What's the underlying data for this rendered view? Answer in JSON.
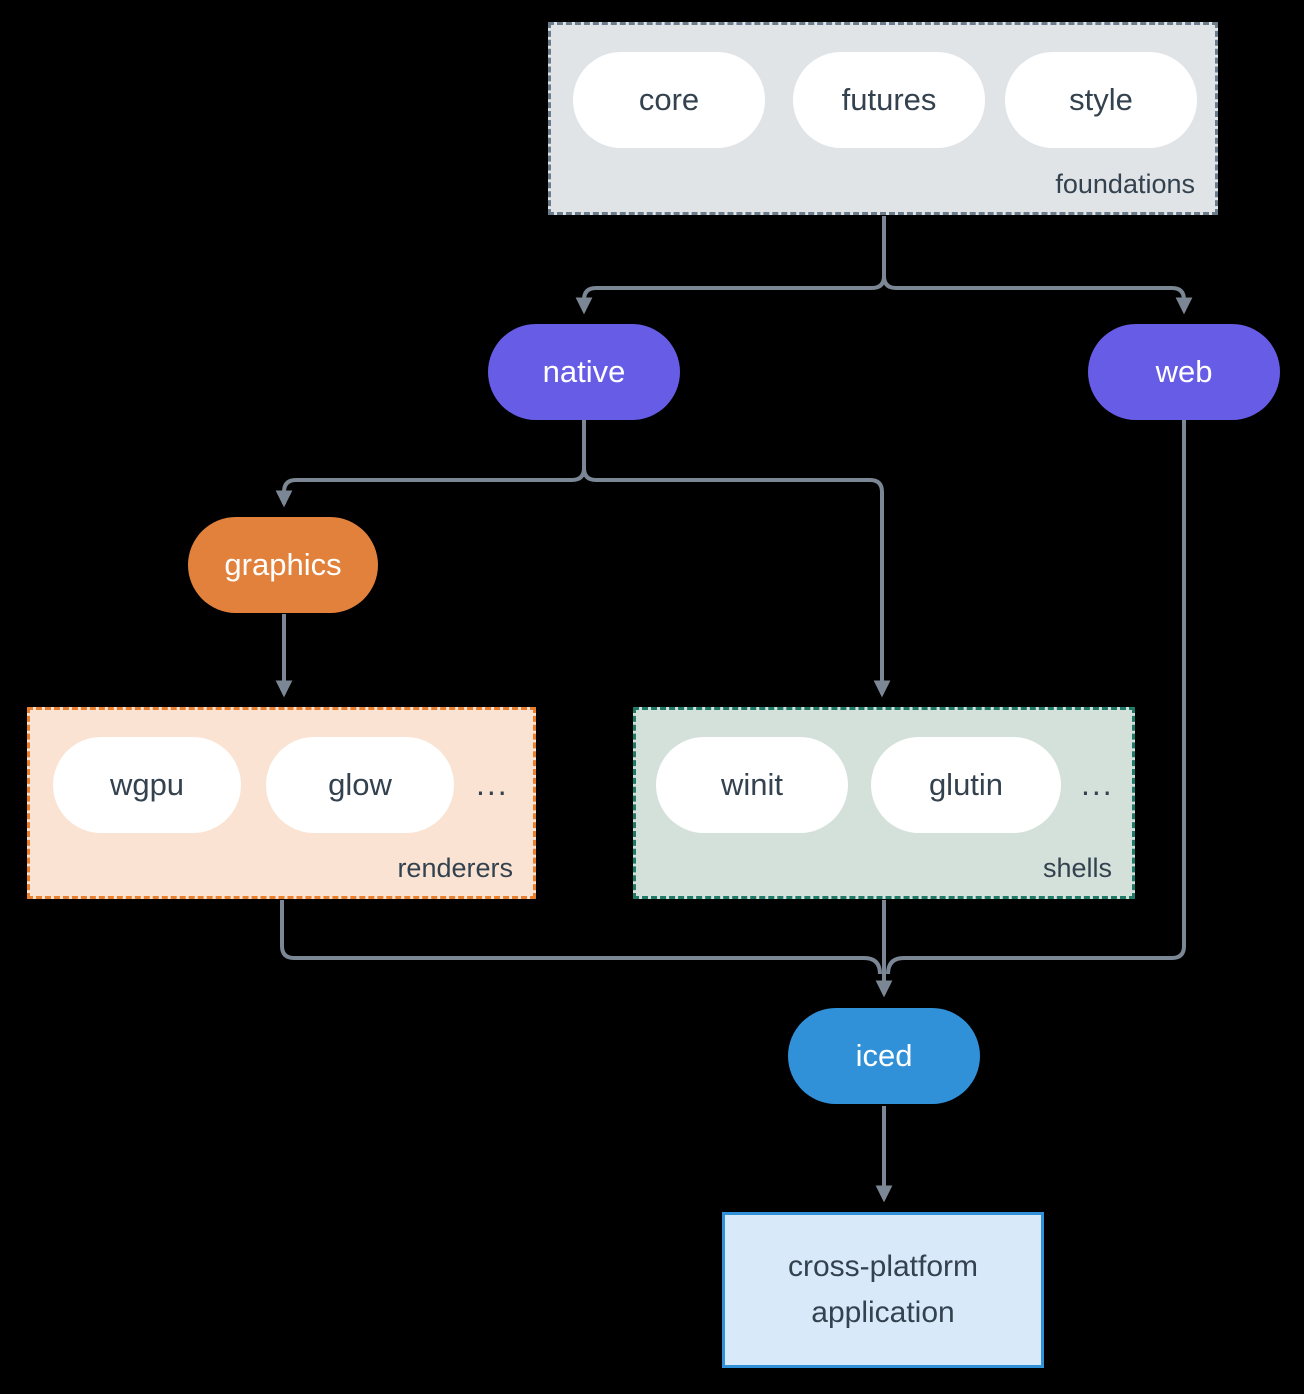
{
  "colors": {
    "background": "#000000",
    "arrow": "#7b8794",
    "text-dark": "#33424e",
    "pill-white": "#ffffff",
    "purple": "#675ce6",
    "orange": "#e2813c",
    "blue": "#3090d8",
    "foundations-fill": "#e0e4e7",
    "foundations-border": "#6b7d8c",
    "renderers-fill": "#fae3d2",
    "renderers-border": "#e8802f",
    "shells-fill": "#d3e1da",
    "shells-border": "#1f7a68",
    "app-fill": "#d8e9f9",
    "app-border": "#3090d8"
  },
  "nodes": {
    "foundations": {
      "label": "foundations",
      "pills": [
        "core",
        "futures",
        "style"
      ]
    },
    "native": {
      "label": "native"
    },
    "web": {
      "label": "web"
    },
    "graphics": {
      "label": "graphics"
    },
    "renderers": {
      "label": "renderers",
      "pills": [
        "wgpu",
        "glow"
      ],
      "more": "..."
    },
    "shells": {
      "label": "shells",
      "pills": [
        "winit",
        "glutin"
      ],
      "more": "..."
    },
    "iced": {
      "label": "iced"
    },
    "application": {
      "label": "cross-platform application"
    }
  }
}
